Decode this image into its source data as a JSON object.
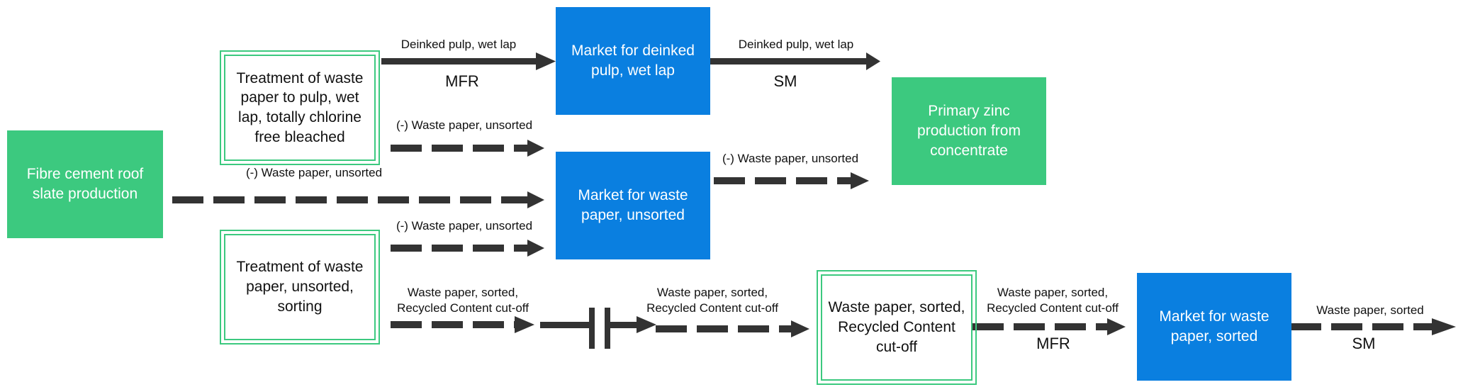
{
  "colors": {
    "green": "#3cc97f",
    "blue": "#0a7fe0",
    "arrow": "#333333"
  },
  "nodes": {
    "fibre": "Fibre cement roof slate production",
    "treat_pulp": "Treatment of waste paper to pulp, wet lap, totally chlorine free bleached",
    "market_deinked": "Market for deinked pulp, wet lap",
    "zinc": "Primary zinc production from concentrate",
    "market_unsorted": "Market for waste paper, unsorted",
    "treat_unsorted": "Treatment of waste paper, unsorted, sorting",
    "rc_cutoff": "Waste paper, sorted, Recycled Content cut-off",
    "market_sorted": "Market for waste paper, sorted"
  },
  "edges": {
    "deinked1": "Deinked pulp, wet lap",
    "mfr1": "MFR",
    "deinked2": "Deinked pulp, wet lap",
    "sm1": "SM",
    "neg1": "(-) Waste paper, unsorted",
    "neg2": "(-) Waste paper, unsorted",
    "neg3": "(-) Waste paper, unsorted",
    "neg4": "(-) Waste paper, unsorted",
    "sorted1": "Waste paper, sorted, Recycled Content cut-off",
    "sorted2": "Waste paper, sorted, Recycled Content cut-off",
    "sorted3": "Waste paper, sorted, Recycled Content cut-off",
    "mfr2": "MFR",
    "sorted4": "Waste paper, sorted",
    "sm2": "SM"
  }
}
